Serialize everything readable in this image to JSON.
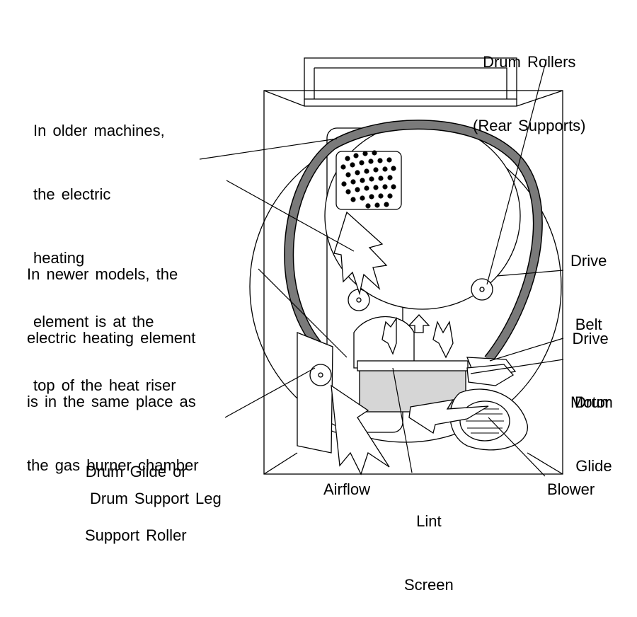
{
  "labels": {
    "drum_rollers": [
      "Drum Rollers",
      "(Rear Supports)"
    ],
    "older_machines": [
      "In older machines,",
      "the electric",
      "heating",
      "element is at the",
      "top of the heat riser"
    ],
    "newer_models": [
      "In newer models, the",
      "electric heating element",
      "is in the same place as",
      "the gas burner chamber"
    ],
    "drive_belt": [
      "Drive",
      "Belt"
    ],
    "drive_motor": [
      "Drive",
      "Motor"
    ],
    "drum_glide": [
      "Drum",
      "Glide"
    ],
    "drum_glide_roller": [
      "Drum Glide or",
      "Support Roller"
    ],
    "drum_support_leg": "Drum Support Leg",
    "airflow": "Airflow",
    "lint_screen": [
      "Lint",
      "Screen"
    ],
    "blower": "Blower"
  },
  "colors": {
    "line": "#000000",
    "belt": "#7a7a7a",
    "lint_screen_fill": "#d6d6d6",
    "background": "#ffffff"
  }
}
